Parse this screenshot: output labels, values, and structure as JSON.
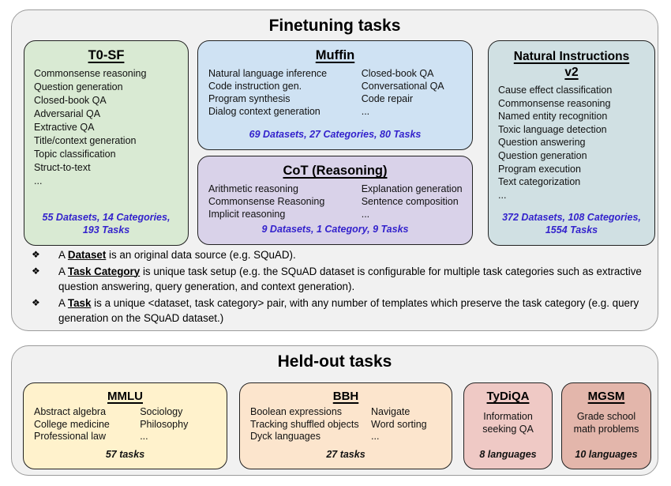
{
  "colors": {
    "panel_bg": "#f1f1f1",
    "panel_border": "#9b9b9b",
    "box_border": "#222222",
    "t0sf_bg": "#d9ead3",
    "muffin_bg": "#cfe2f3",
    "cot_bg": "#d9d2e9",
    "niv2_bg": "#d0e0e3",
    "mmlu_bg": "#fff2cc",
    "bbh_bg": "#fce5cd",
    "tydiqa_bg": "#efc9c5",
    "mgsm_bg": "#e3b6ab",
    "stats_blue": "#3322cc"
  },
  "finetuning": {
    "title": "Finetuning tasks",
    "bullet_char": "❖",
    "t0sf": {
      "title": "T0-SF",
      "items": [
        "Commonsense reasoning",
        "Question generation",
        "Closed-book QA",
        "Adversarial QA",
        "Extractive QA",
        "Title/context generation",
        "Topic classification",
        "Struct-to-text",
        "..."
      ],
      "stats": "55 Datasets, 14 Categories, 193 Tasks"
    },
    "muffin": {
      "title": "Muffin",
      "col1": [
        "Natural language inference",
        "Code instruction gen.",
        "Program synthesis",
        "Dialog context generation"
      ],
      "col2": [
        "Closed-book QA",
        "Conversational QA",
        "Code repair",
        "..."
      ],
      "stats": "69 Datasets, 27 Categories, 80 Tasks"
    },
    "cot": {
      "title": "CoT (Reasoning)",
      "col1": [
        "Arithmetic reasoning",
        "Commonsense Reasoning",
        "Implicit reasoning"
      ],
      "col2": [
        "Explanation generation",
        "Sentence composition",
        "..."
      ],
      "stats": "9 Datasets, 1 Category, 9 Tasks"
    },
    "niv2": {
      "title": "Natural Instructions v2",
      "items": [
        "Cause effect classification",
        "Commonsense reasoning",
        "Named entity recognition",
        "Toxic language detection",
        "Question answering",
        "Question generation",
        "Program execution",
        "Text categorization",
        "..."
      ],
      "stats": "372 Datasets, 108 Categories, 1554 Tasks"
    },
    "definitions": [
      {
        "prefix": "A ",
        "term": "Dataset",
        "text": " is an original data source (e.g. SQuAD)."
      },
      {
        "prefix": "A ",
        "term": "Task Category",
        "text": " is unique task setup (e.g. the SQuAD dataset is configurable for multiple task categories such as extractive question answering, query generation, and context generation)."
      },
      {
        "prefix": "A ",
        "term": "Task",
        "text": " is a unique <dataset, task category> pair, with any number of templates which preserve the task category (e.g. query generation on the SQuAD dataset.)"
      }
    ]
  },
  "heldout": {
    "title": "Held-out tasks",
    "mmlu": {
      "title": "MMLU",
      "col1": [
        "Abstract algebra",
        "College medicine",
        "Professional law"
      ],
      "col2": [
        "Sociology",
        "Philosophy",
        "..."
      ],
      "stats": "57 tasks"
    },
    "bbh": {
      "title": "BBH",
      "col1": [
        "Boolean expressions",
        "Tracking shuffled objects",
        "Dyck languages"
      ],
      "col2": [
        "Navigate",
        "Word sorting",
        "..."
      ],
      "stats": "27 tasks"
    },
    "tydiqa": {
      "title": "TyDiQA",
      "desc": "Information seeking QA",
      "stats": "8 languages"
    },
    "mgsm": {
      "title": "MGSM",
      "desc": "Grade school math problems",
      "stats": "10 languages"
    }
  }
}
